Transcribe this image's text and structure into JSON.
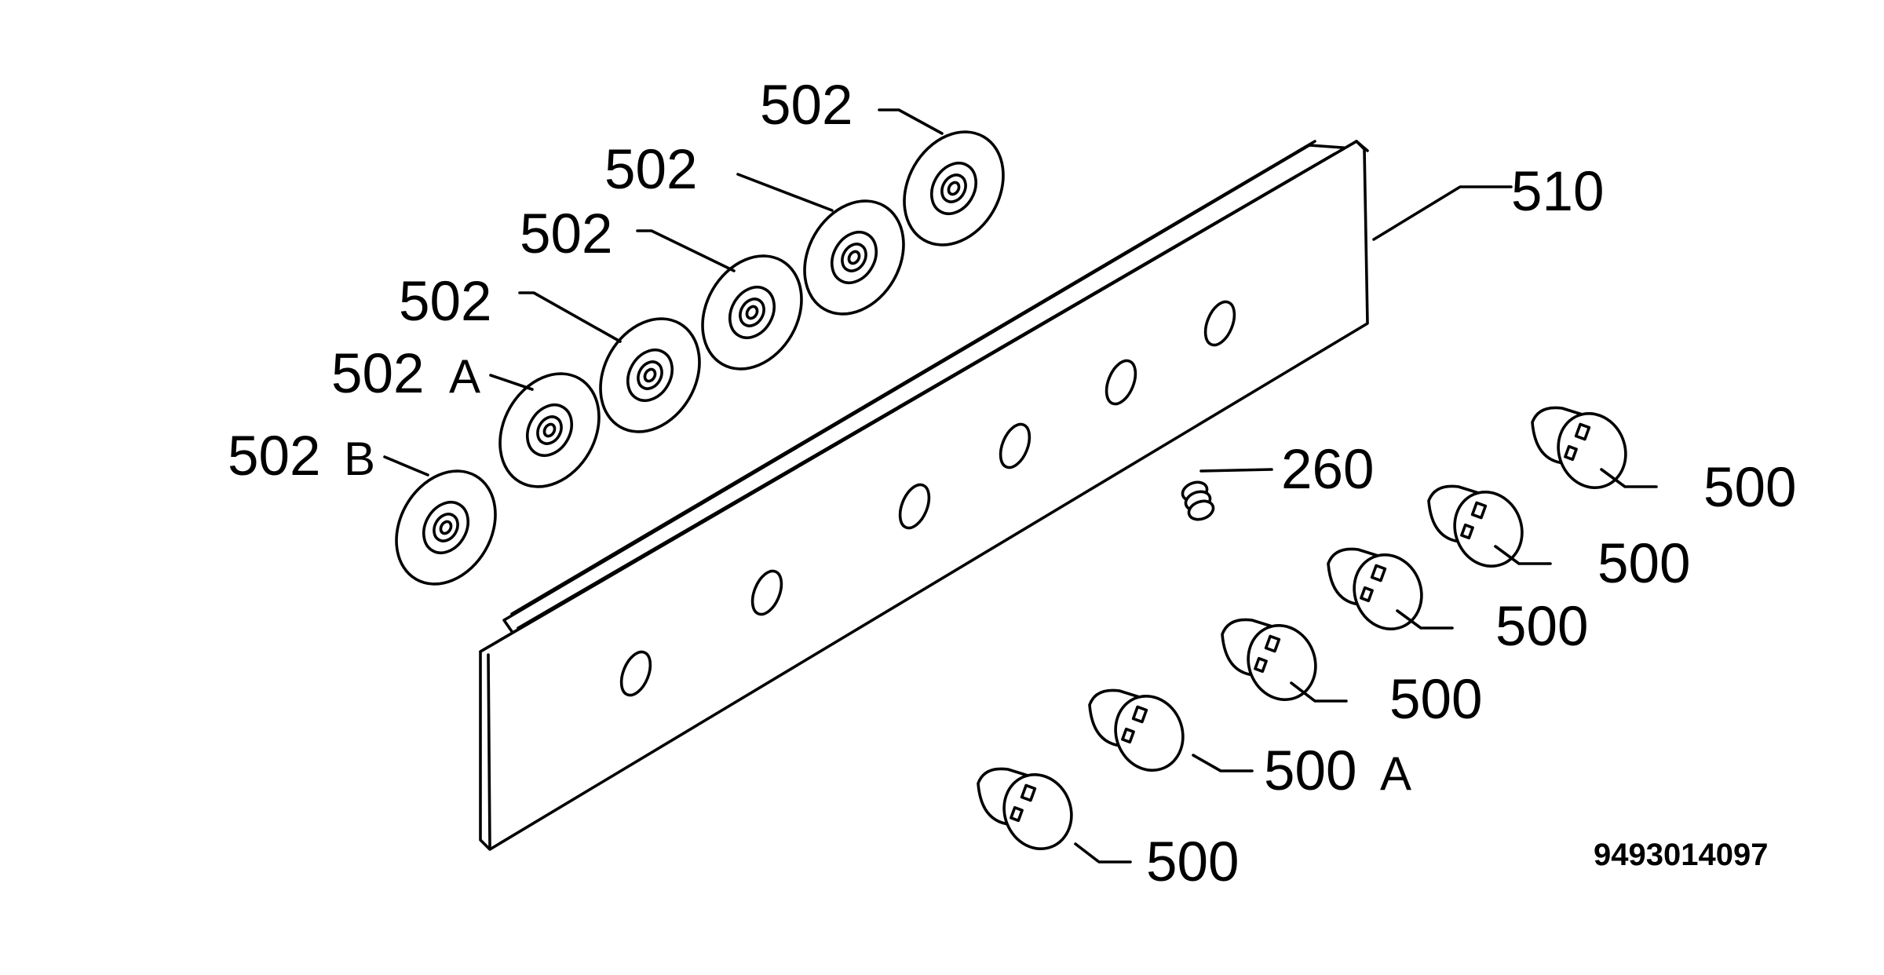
{
  "labels": {
    "bezel_top": "502",
    "bezel_2": "502",
    "bezel_3": "502",
    "bezel_4": "502",
    "bezel_a": "502",
    "bezel_a_suffix": "A",
    "bezel_b": "502",
    "bezel_b_suffix": "B",
    "panel": "510",
    "spring": "260",
    "knob_1": "500",
    "knob_2": "500",
    "knob_3": "500",
    "knob_4": "500",
    "knob_a": "500",
    "knob_a_suffix": "A",
    "knob_6": "500"
  },
  "document_number": "9493014097"
}
